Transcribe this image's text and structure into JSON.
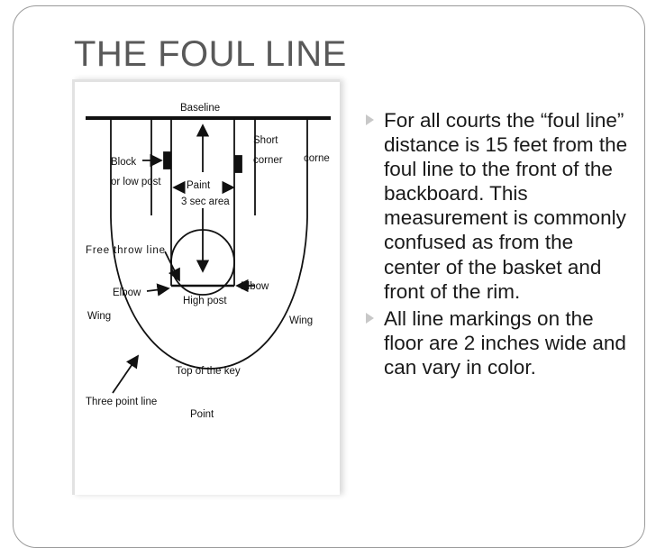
{
  "slide": {
    "title": "THE FOUL LINE",
    "bullets": [
      {
        "text": "For all courts the “foul line” distance is 15 feet from the foul line to the front of the backboard. This measurement is commonly confused as from the center of the basket and front of the rim."
      },
      {
        "text": "All line markings on the floor are 2 inches wide and can vary in color."
      }
    ]
  },
  "diagram": {
    "labels": {
      "baseline": "Baseline",
      "short": "Short",
      "corner": "corner",
      "corner_right": "corne",
      "block": "Block",
      "low_post": "or low post",
      "paint": "Paint",
      "sec_area": "3 sec area",
      "free_throw_line": "Free throw line",
      "elbow_left": "Elbow",
      "elbow_right": "Elbow",
      "high_post": "High post",
      "wing_left": "Wing",
      "wing_right": "Wing",
      "top_of_key": "Top of the key",
      "three_point_line": "Three point line",
      "point": "Point"
    }
  }
}
